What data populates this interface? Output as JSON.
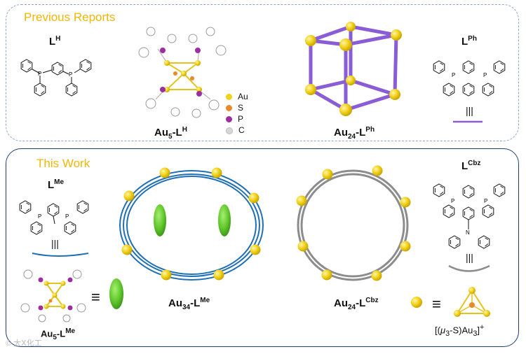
{
  "previous": {
    "title": "Previous Reports",
    "ligand_h": {
      "base": "L",
      "sup": "H"
    },
    "ligand_ph": {
      "base": "L",
      "sup": "Ph"
    },
    "au5_lh": {
      "base": "Au",
      "sub": "5",
      "mid": "-L",
      "sup": "H"
    },
    "au24_lph": {
      "base": "Au",
      "sub": "24",
      "mid": "-L",
      "sup": "Ph"
    },
    "triple_bar": "|||"
  },
  "legend": {
    "au": {
      "label": "Au",
      "color": "#f2d21b"
    },
    "s": {
      "label": "S",
      "color": "#e8892a"
    },
    "p": {
      "label": "P",
      "color": "#9b2f9e"
    },
    "c": {
      "label": "C",
      "color": "#d6d6d6"
    }
  },
  "thiswork": {
    "title": "This Work",
    "ligand_me": {
      "base": "L",
      "sup": "Me"
    },
    "ligand_cbz": {
      "base": "L",
      "sup": "Cbz"
    },
    "au34_lme": {
      "base": "Au",
      "sub": "34",
      "mid": "-L",
      "sup": "Me"
    },
    "au24_lcbz": {
      "base": "Au",
      "sub": "24",
      "mid": "-L",
      "sup": "Cbz"
    },
    "au5_lme": {
      "base": "Au",
      "sub": "5",
      "mid": "-L",
      "sup": "Me"
    },
    "triple_bar": "|||",
    "equiv": "≡",
    "unit_label": {
      "pre": "[(",
      "mu": "μ",
      "sub3": "3",
      "mid": "-S)Au",
      "sub3b": "3",
      "end": "]",
      "sup": "+"
    }
  },
  "colors": {
    "gold": "#f2d21b",
    "blue_ring": "#1f6fb5",
    "gray_ring": "#8c8c8c",
    "purple": "#8a5cd6",
    "green": "#5ec62a",
    "accent_title": "#f2b705"
  },
  "watermark": "© 大Ⅹ化工"
}
